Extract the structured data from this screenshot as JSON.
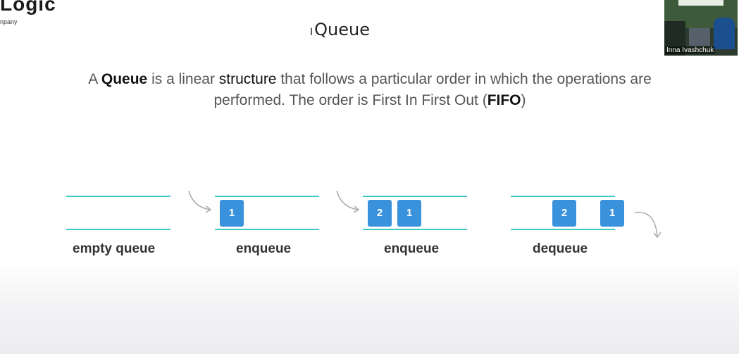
{
  "logo": {
    "text": "Logic",
    "subtitle": "npany"
  },
  "slide": {
    "title": "Queue",
    "cursor": "I",
    "desc": {
      "p1": "A ",
      "queue": "Queue",
      "p2": " is a linear ",
      "structure": "structure",
      "p3": " that follows a particular order in which the operations are performed. The order is First In First Out (",
      "fifo": "FIFO",
      "p4": ")"
    }
  },
  "video": {
    "participant": "Inna Ivashchuk"
  },
  "diagrams": [
    {
      "label": "empty queue",
      "items": []
    },
    {
      "label": "enqueue",
      "items": [
        "1"
      ]
    },
    {
      "label": "enqueue",
      "items": [
        "2",
        "1"
      ]
    },
    {
      "label": "dequeue",
      "items": [
        "2",
        "1"
      ]
    }
  ],
  "colors": {
    "line": "#3ec9c4",
    "box": "#3a92dd",
    "arrow": "#a7acb0"
  },
  "icons": {
    "arrow_in": "curved-arrow-icon",
    "arrow_out": "curved-arrow-icon"
  }
}
